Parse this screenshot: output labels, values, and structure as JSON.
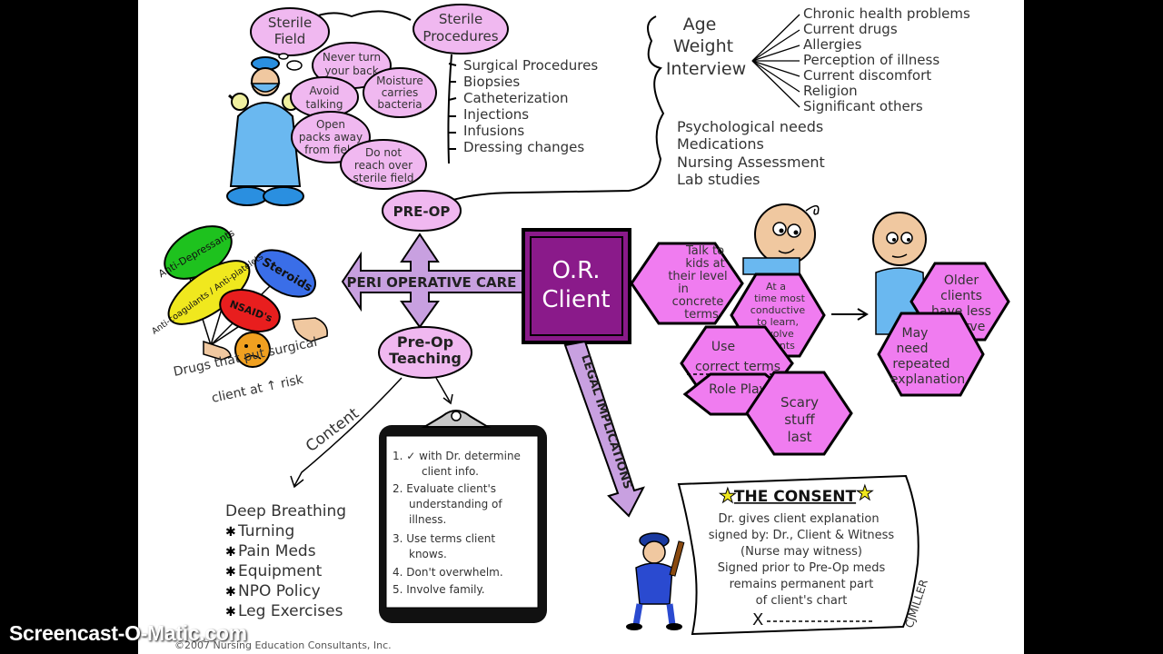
{
  "sterile": {
    "field": [
      "Sterile",
      "Field"
    ],
    "procedures_title": [
      "Sterile",
      "Procedures"
    ],
    "rules": [
      [
        "Never turn",
        "your back"
      ],
      [
        "Avoid",
        "talking"
      ],
      [
        "Moisture",
        "carries",
        "bacteria"
      ],
      [
        "Open",
        "packs away",
        "from field"
      ],
      [
        "Do not",
        "reach over",
        "sterile field"
      ]
    ],
    "procedures": [
      "Surgical Procedures",
      "Biopsies",
      "Catheterization",
      "Injections",
      "Infusions",
      "Dressing changes"
    ]
  },
  "assessment": {
    "head": [
      "Age",
      "Weight",
      "Interview"
    ],
    "interview_items": [
      "Chronic health problems",
      "Current drugs",
      "Allergies",
      "Perception of illness",
      "Current discomfort",
      "Religion",
      "Significant others"
    ],
    "other_items": [
      "Psychological needs",
      "Medications",
      "Nursing Assessment",
      "Lab studies"
    ]
  },
  "center": {
    "pre_op": "PRE-OP",
    "peri": "PERI OPERATIVE CARE",
    "client": [
      "O.R.",
      "Client"
    ],
    "teaching": [
      "Pre-Op",
      "Teaching"
    ],
    "legal": "LEGAL IMPLICATIONS",
    "content": "Content"
  },
  "drugs": {
    "pills": [
      "Anti-Depressants",
      "Anti-coagulants / Anti-platelets",
      "Steroids",
      "NSAID's"
    ],
    "caption": [
      "Drugs that put surgical",
      "client at ↑ risk"
    ],
    "colors": {
      "anti_depressants": "#1ec21e",
      "anti_coagulants": "#f0e81e",
      "steroids": "#3a6ee8",
      "nsaids": "#e81e1e"
    }
  },
  "kids": {
    "hexes": [
      [
        "Talk to",
        "kids at",
        "their level",
        "in",
        "concrete",
        "terms"
      ],
      [
        "At a",
        "time most",
        "conductive",
        "to learn,",
        "involve",
        "parents"
      ],
      [
        "Use",
        "correct terms"
      ],
      [
        "Role Play"
      ],
      [
        "Scary",
        "stuff",
        "last"
      ]
    ]
  },
  "older": {
    "hexes": [
      [
        "Older",
        "clients",
        "have less",
        "reserve"
      ],
      [
        "May",
        "need",
        "repeated",
        "explanation"
      ]
    ]
  },
  "clipboard": {
    "items": [
      [
        "1. ✓ with Dr. determine",
        "client info."
      ],
      [
        "2. Evaluate client's",
        "understanding of",
        "illness."
      ],
      [
        "3. Use terms client",
        "knows."
      ],
      [
        "4. Don't overwhelm."
      ],
      [
        "5. Involve family."
      ]
    ]
  },
  "content_list": [
    "Deep Breathing",
    "Turning",
    "Pain Meds",
    "Equipment",
    "NPO Policy",
    "Leg Exercises"
  ],
  "consent": {
    "title": "THE CONSENT",
    "lines": [
      "Dr. gives client explanation",
      "signed by: Dr., Client & Witness",
      "(Nurse may witness)",
      "Signed prior to Pre-Op meds",
      "remains permanent part",
      "of client's chart"
    ],
    "signature": "X"
  },
  "signature": "CJMILLER",
  "copyright": "©2007 Nursing Education Consultants, Inc.",
  "watermark": "Screencast-O-Matic.com",
  "colors": {
    "accent_purple": "#8a1a8a",
    "hex_pink": "#f07cf0",
    "bubble_pink": "#f0b8f0",
    "arrow_lilac": "#c8a0e0"
  }
}
